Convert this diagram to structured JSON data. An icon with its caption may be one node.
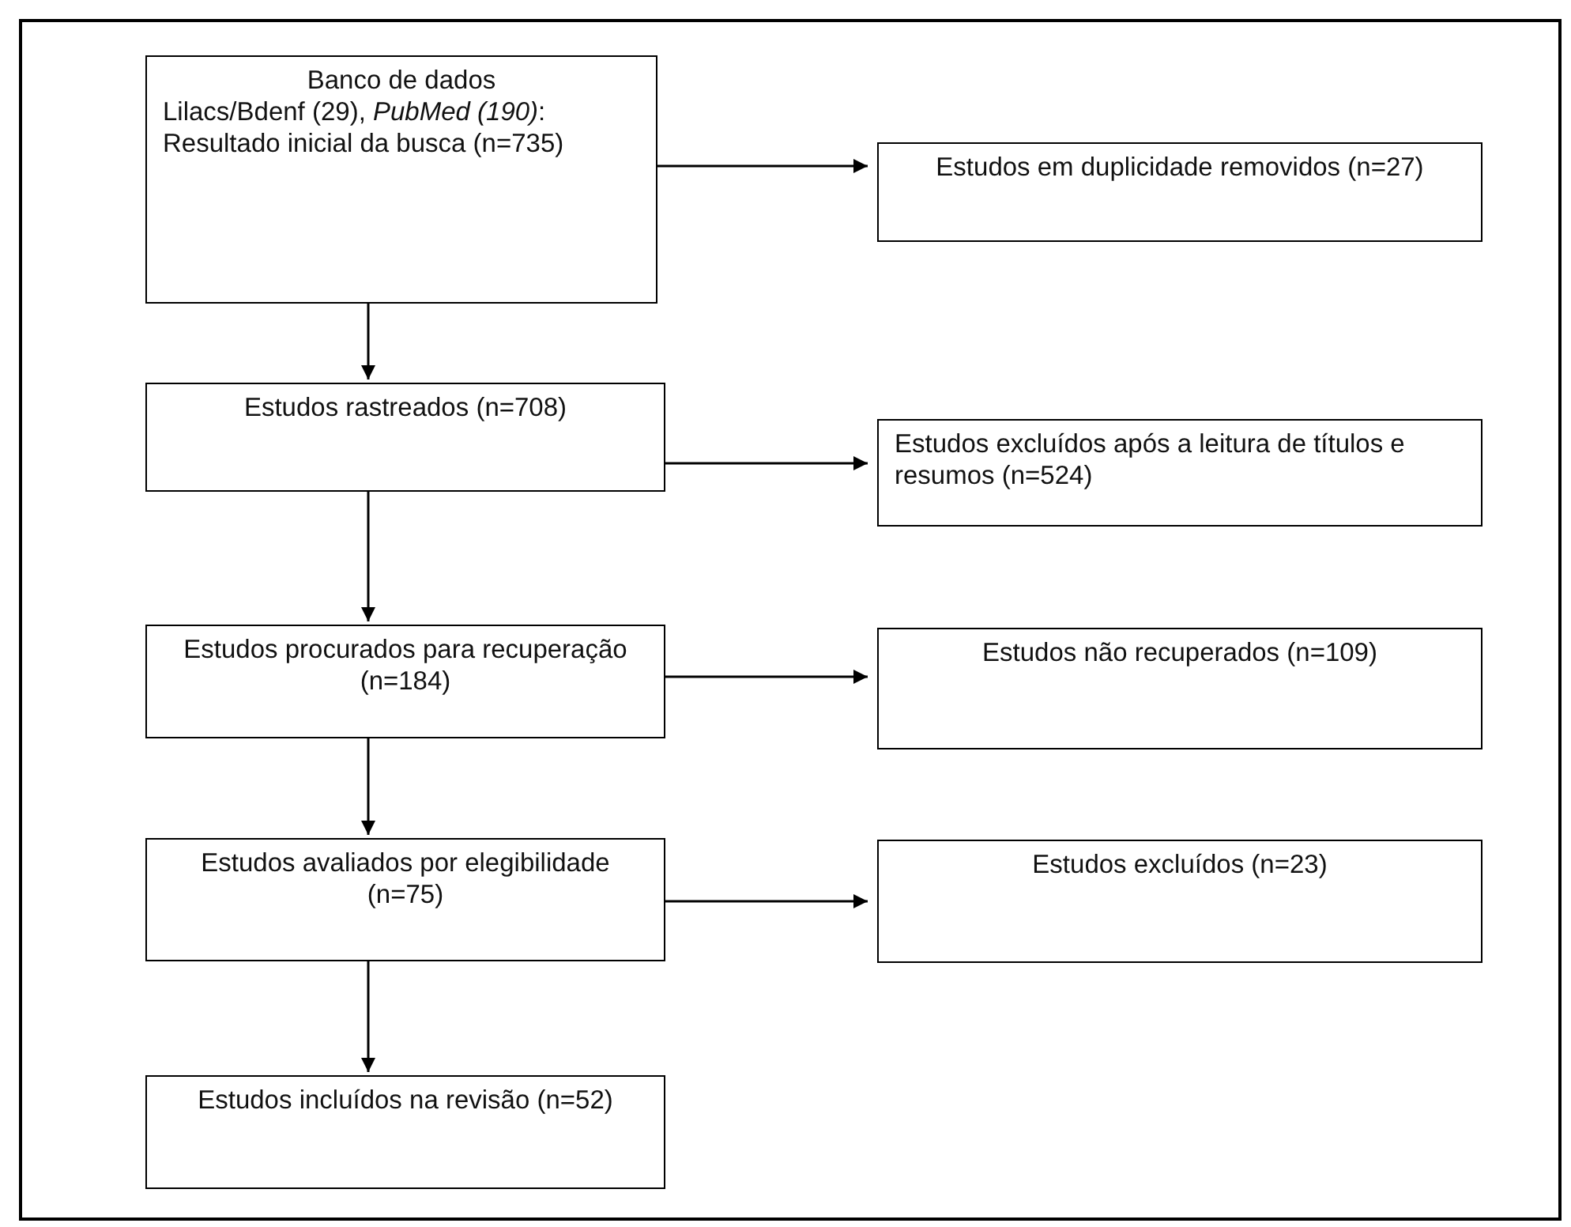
{
  "diagram": {
    "nodes": [
      {
        "text": [
          "Banco de dados",
          "Lilacs/Bdenf (29), *PubMed (190)*: Resultado inicial da busca (n=735)"
        ]
      },
      {
        "text": [
          "Estudos em duplicidade removidos (n=27)"
        ]
      },
      {
        "text": [
          "Estudos rastreados (n=708)"
        ]
      },
      {
        "text": [
          "Estudos excluídos após a leitura de títulos e resumos (n=524)"
        ]
      },
      {
        "text": [
          "Estudos procurados para recuperação (n=184)"
        ]
      },
      {
        "text": [
          "Estudos não recuperados (n=109)"
        ]
      },
      {
        "text": [
          "Estudos avaliados por elegibilidade (n=75)"
        ]
      },
      {
        "text": [
          "Estudos excluídos (n=23)"
        ]
      },
      {
        "text": [
          "Estudos incluídos na revisão (n=52)"
        ]
      }
    ],
    "edges": [
      {
        "from": 0,
        "to": 1,
        "arrow": "to"
      },
      {
        "from": 0,
        "to": 2,
        "arrow": "to"
      },
      {
        "from": 2,
        "to": 3,
        "arrow": "to"
      },
      {
        "from": 2,
        "to": 4,
        "arrow": "to"
      },
      {
        "from": 4,
        "to": 5,
        "arrow": "to"
      },
      {
        "from": 4,
        "to": 6,
        "arrow": "to"
      },
      {
        "from": 6,
        "to": 7,
        "arrow": "to"
      },
      {
        "from": 6,
        "to": 8,
        "arrow": "to"
      }
    ]
  }
}
